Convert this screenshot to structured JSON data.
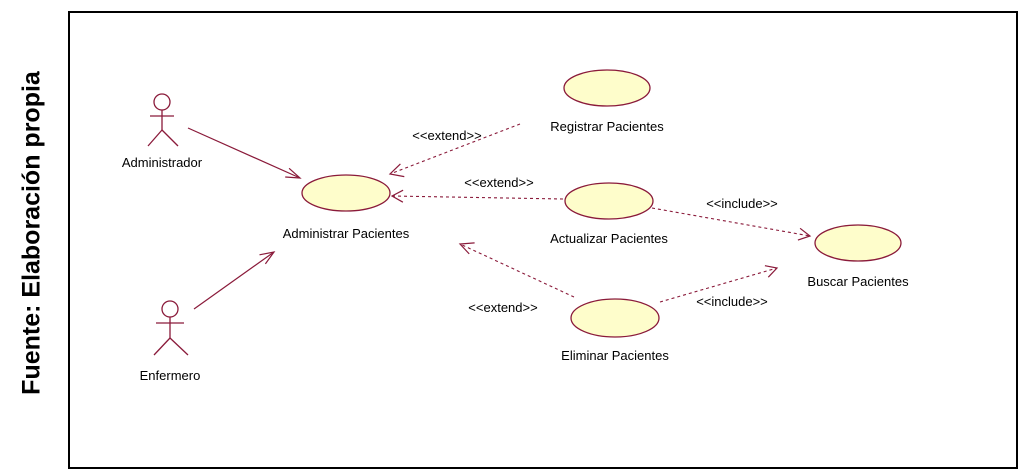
{
  "side_caption": "Fuente: Elaboración propia",
  "colors": {
    "use_case_fill": "#fefdcb",
    "line": "#8a1a3a"
  },
  "actors": [
    {
      "id": "administrador",
      "label": "Administrador"
    },
    {
      "id": "enfermero",
      "label": "Enfermero"
    }
  ],
  "use_cases": [
    {
      "id": "administrar",
      "label": "Administrar Pacientes"
    },
    {
      "id": "registrar",
      "label": "Registrar Pacientes"
    },
    {
      "id": "actualizar",
      "label": "Actualizar Pacientes"
    },
    {
      "id": "eliminar",
      "label": "Eliminar Pacientes"
    },
    {
      "id": "buscar",
      "label": "Buscar Pacientes"
    }
  ],
  "relations": [
    {
      "from": "administrador",
      "to": "administrar",
      "kind": "association"
    },
    {
      "from": "enfermero",
      "to": "administrar",
      "kind": "association"
    },
    {
      "from": "registrar",
      "to": "administrar",
      "kind": "dependency",
      "stereotype": "<<extend>>"
    },
    {
      "from": "actualizar",
      "to": "administrar",
      "kind": "dependency",
      "stereotype": "<<extend>>"
    },
    {
      "from": "eliminar",
      "to": "administrar",
      "kind": "dependency",
      "stereotype": "<<extend>>"
    },
    {
      "from": "actualizar",
      "to": "buscar",
      "kind": "dependency",
      "stereotype": "<<include>>"
    },
    {
      "from": "eliminar",
      "to": "buscar",
      "kind": "dependency",
      "stereotype": "<<include>>"
    }
  ]
}
